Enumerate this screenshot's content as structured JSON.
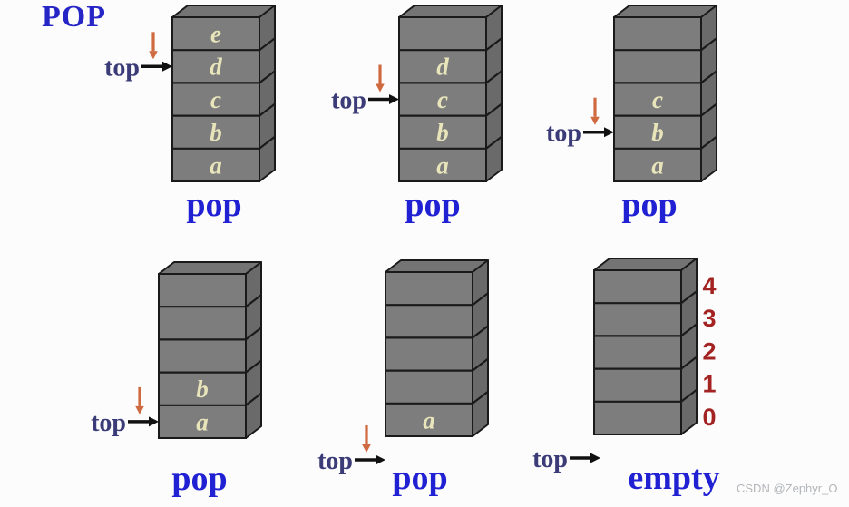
{
  "page": {
    "title": "POP",
    "watermark": "CSDN @Zephyr_O"
  },
  "colors": {
    "face_front": "#7d7d7d",
    "face_top": "#747474",
    "face_right": "#6a6a6a",
    "outline": "#1a1a1a",
    "cell_letter": "#e9e5bb",
    "top_label": "#3b3b78",
    "pointer_black": "#111111",
    "motion_arrow_orange": "#cf6a40",
    "caption_blue": "#2121d4",
    "title_blue": "#2626c6",
    "index_red": "#a32322"
  },
  "stacks": [
    {
      "id": "stack-1",
      "cells": [
        "e",
        "d",
        "c",
        "b",
        "a"
      ],
      "pointer": {
        "label": "top",
        "cell": 1
      },
      "orange_arrow": true,
      "caption": "pop"
    },
    {
      "id": "stack-2",
      "cells": [
        "",
        "d",
        "c",
        "b",
        "a"
      ],
      "pointer": {
        "label": "top",
        "cell": 2
      },
      "orange_arrow": true,
      "caption": "pop"
    },
    {
      "id": "stack-3",
      "cells": [
        "",
        "",
        "c",
        "b",
        "a"
      ],
      "pointer": {
        "label": "top",
        "cell": 3
      },
      "orange_arrow": true,
      "caption": "pop"
    },
    {
      "id": "stack-4",
      "cells": [
        "",
        "",
        "",
        "b",
        "a"
      ],
      "pointer": {
        "label": "top",
        "cell": 4
      },
      "orange_arrow": true,
      "caption": "pop"
    },
    {
      "id": "stack-5",
      "cells": [
        "",
        "",
        "",
        "",
        "a"
      ],
      "pointer": {
        "label": "top",
        "cell": "below"
      },
      "orange_arrow": true,
      "caption": "pop"
    },
    {
      "id": "stack-6",
      "cells": [
        "",
        "",
        "",
        "",
        ""
      ],
      "pointer": {
        "label": "top",
        "cell": "below"
      },
      "orange_arrow": false,
      "caption": "empty",
      "indices": [
        "4",
        "3",
        "2",
        "1",
        "0"
      ]
    }
  ]
}
